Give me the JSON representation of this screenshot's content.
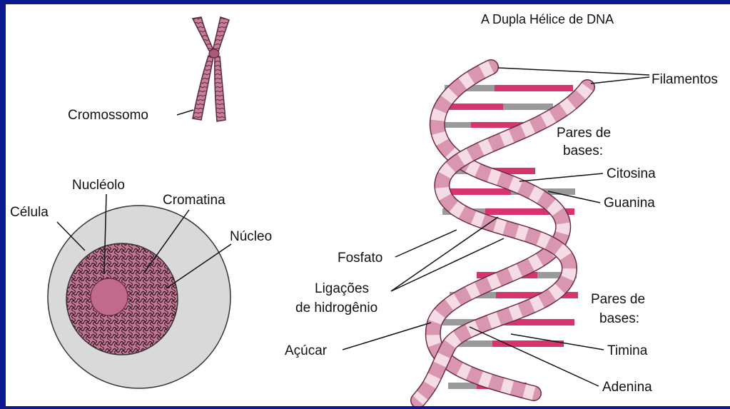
{
  "title": "A Dupla Hélice de DNA",
  "labels": {
    "cromossomo": "Cromossomo",
    "nucleolo": "Nucléolo",
    "celula": "Célula",
    "cromatina": "Cromatina",
    "nucleo": "Núcleo",
    "filamentos": "Filamentos",
    "pares_bases_1_line1": "Pares de",
    "pares_bases_1_line2": "bases:",
    "citosina": "Citosina",
    "guanina": "Guanina",
    "fosfato": "Fosfato",
    "ligacoes_line1": "Ligações",
    "ligacoes_line2": "de hidrogênio",
    "pares_bases_2_line1": "Pares de",
    "pares_bases_2_line2": "bases:",
    "timina": "Timina",
    "acucar": "Açúcar",
    "adenina": "Adenina"
  },
  "colors": {
    "background_frame": "#0b1a8c",
    "strand_pink": "#d996b0",
    "strand_light": "#f4dbe4",
    "base_magenta": "#d6336f",
    "base_gray": "#9a9a9a",
    "cell_gray": "#d9d9d9",
    "nucleus": "#c06a8a"
  }
}
